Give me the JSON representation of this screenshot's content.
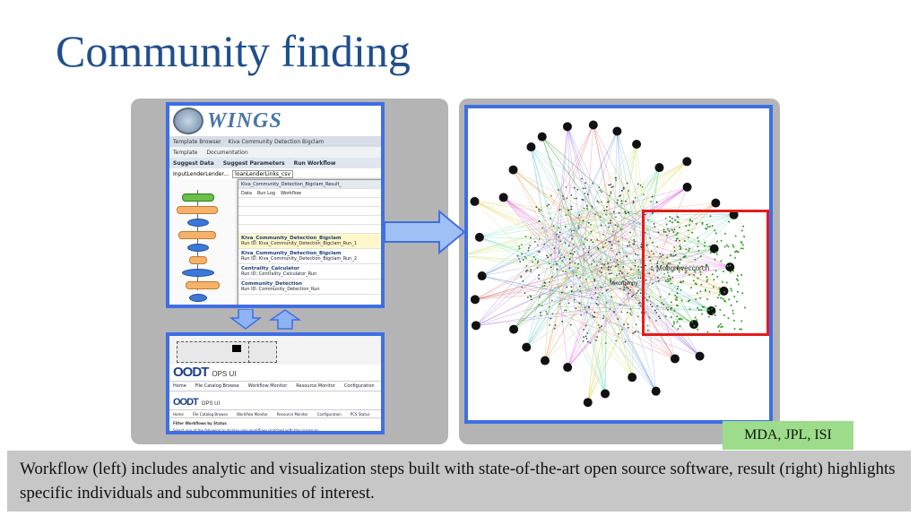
{
  "slide": {
    "title": "Community finding",
    "credit": "MDA, JPL, ISI",
    "caption": "Workflow (left) includes analytic and visualization steps built with state-of-the-art open source software, result (right) highlights specific individuals and subcommunities of interest."
  },
  "wings": {
    "logo_text": "WINGS",
    "tabs": [
      "Template Browser",
      "Kiva Community Detection Bigclam"
    ],
    "subtabs": [
      "Template",
      "Documentation"
    ],
    "toolbar": [
      "Suggest Data",
      "Suggest Parameters",
      "Run Workflow"
    ],
    "input_label": "InputLenderLender...",
    "input_value": "loanLenderLinks_csv",
    "popup": {
      "tab": "Kiva_Community_Detection_Bigclam_Result_",
      "rows": [
        "Data",
        "Run Log",
        "Workflow"
      ],
      "items": [
        {
          "name": "Kiva_Community_Detection_Bigclam",
          "sub": "Run ID: Kiva_Community_Detection_Bigclam_Run_1"
        },
        {
          "name": "Kiva_Community_Detection_Bigclam",
          "sub": "Run ID: Kiva_Community_Detection_Bigclam_Run_2"
        },
        {
          "name": "Centrality_Calculator",
          "sub": "Run ID: Centrality_Calculator_Run"
        },
        {
          "name": "Community_Detection",
          "sub": "Run ID: Community_Detection_Run"
        }
      ]
    }
  },
  "oodt": {
    "logo": "OODT",
    "subtitle": "OPS UI",
    "nav": [
      "Home",
      "File Catalog Browse",
      "Workflow Monitor",
      "Resource Monitor",
      "Configuration"
    ],
    "nav_small": [
      "Home",
      "File Catalog Browse",
      "Workflow Monitor",
      "Resource Monitor",
      "Configuration",
      "PCS Status"
    ],
    "heading": "Filter Workflows by Status",
    "note": "Select one of the following to display only workflows matched with the correspon..."
  },
  "graph": {
    "labels": [
      "Mobgroveccorch",
      "Minorpenny"
    ]
  }
}
